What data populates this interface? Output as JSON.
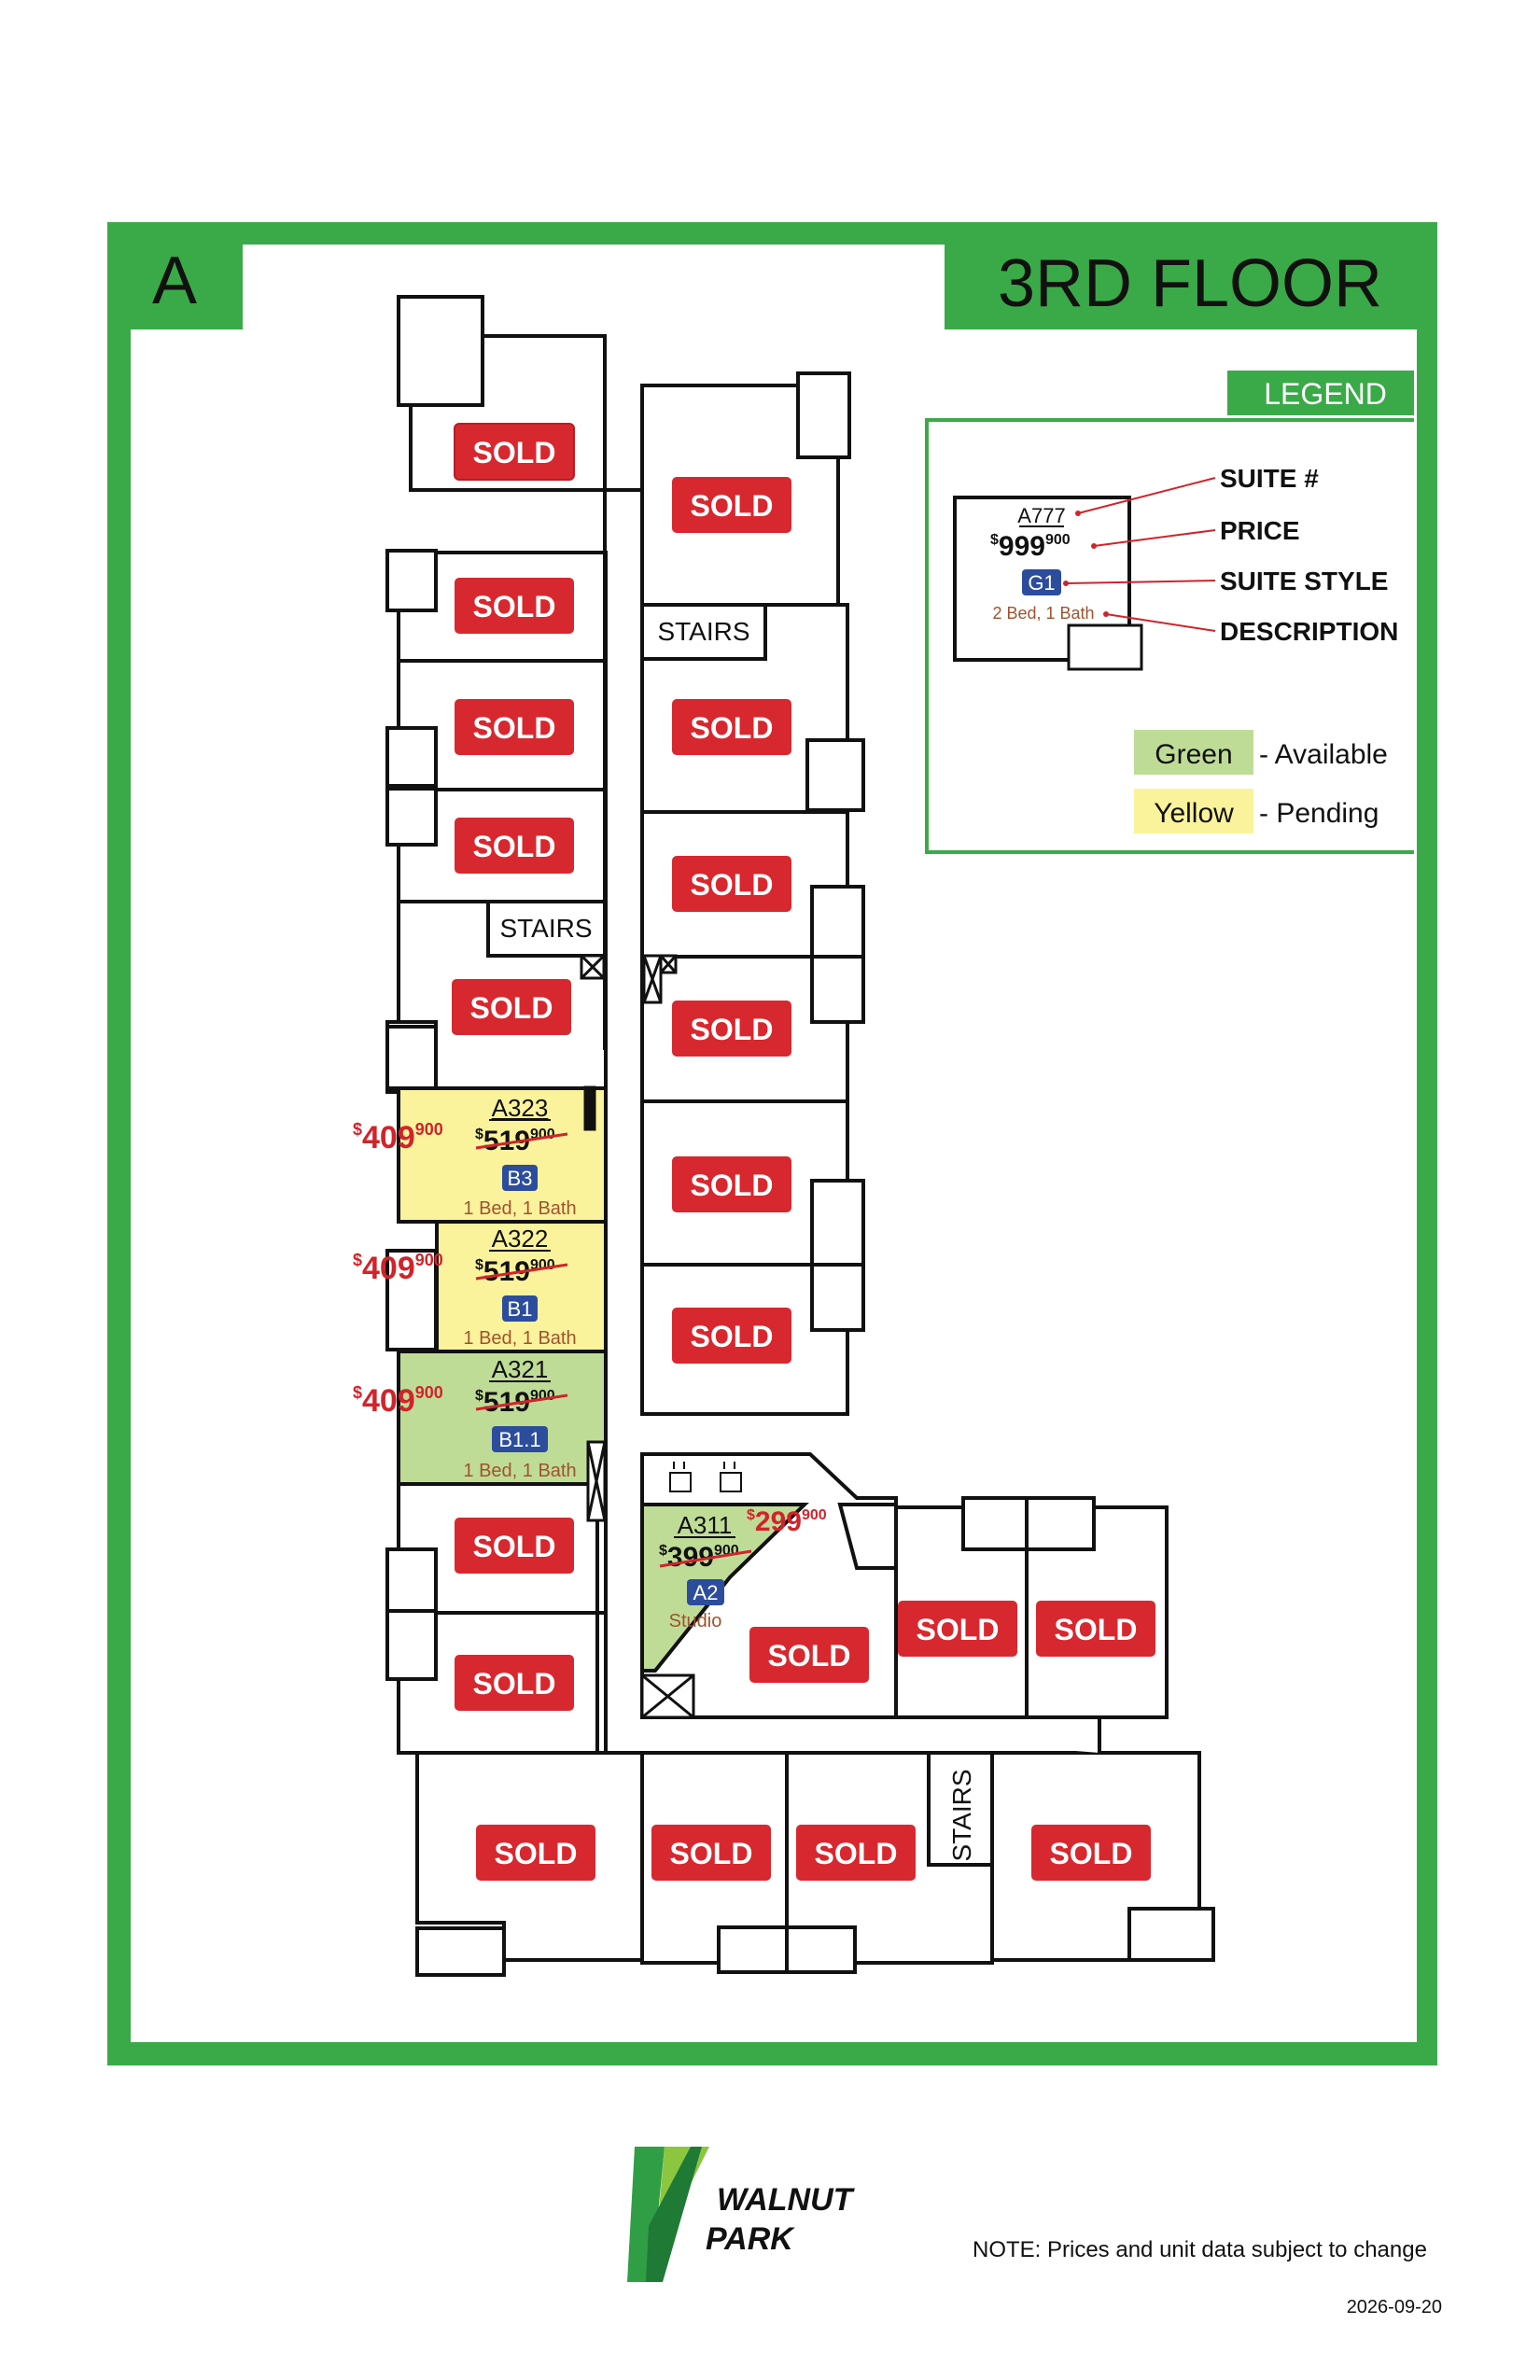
{
  "building": "A",
  "floor_title": "3RD FLOOR",
  "legend": {
    "title": "LEGEND",
    "sample": {
      "suite": "A777",
      "price_main": "999",
      "price_cents": "900",
      "style": "G1",
      "description": "2 Bed, 1 Bath"
    },
    "keys": [
      "SUITE #",
      "PRICE",
      "SUITE STYLE",
      "DESCRIPTION"
    ],
    "green_label": "Green",
    "green_text": "- Available",
    "yellow_label": "Yellow",
    "yellow_text": "- Pending"
  },
  "sold_label": "SOLD",
  "stairs_label": "STAIRS",
  "units": [
    {
      "suite": "A323",
      "old_main": "519",
      "old_cents": "900",
      "new_main": "409",
      "new_cents": "900",
      "style": "B3",
      "description": "1 Bed, 1 Bath",
      "status": "pending"
    },
    {
      "suite": "A322",
      "old_main": "519",
      "old_cents": "900",
      "new_main": "409",
      "new_cents": "900",
      "style": "B1",
      "description": "1 Bed, 1 Bath",
      "status": "pending"
    },
    {
      "suite": "A321",
      "old_main": "519",
      "old_cents": "900",
      "new_main": "409",
      "new_cents": "900",
      "style": "B1.1",
      "description": "1 Bed, 1 Bath",
      "status": "available"
    },
    {
      "suite": "A311",
      "old_main": "399",
      "old_cents": "900",
      "new_main": "299",
      "new_cents": "900",
      "style": "A2",
      "description": "Studio",
      "status": "available"
    }
  ],
  "brand": {
    "line1": "WALNUT",
    "line2": "PARK"
  },
  "note": "NOTE: Prices and unit data subject to change",
  "date": "2026-09-20",
  "colors": {
    "frame_green": "#3aaa48",
    "available": "#bfdc97",
    "pending": "#fbf39c",
    "sold_red": "#d7282f",
    "badge_blue": "#2b4d9c",
    "price_red": "#d0242b",
    "desc_brown": "#a0522d"
  }
}
